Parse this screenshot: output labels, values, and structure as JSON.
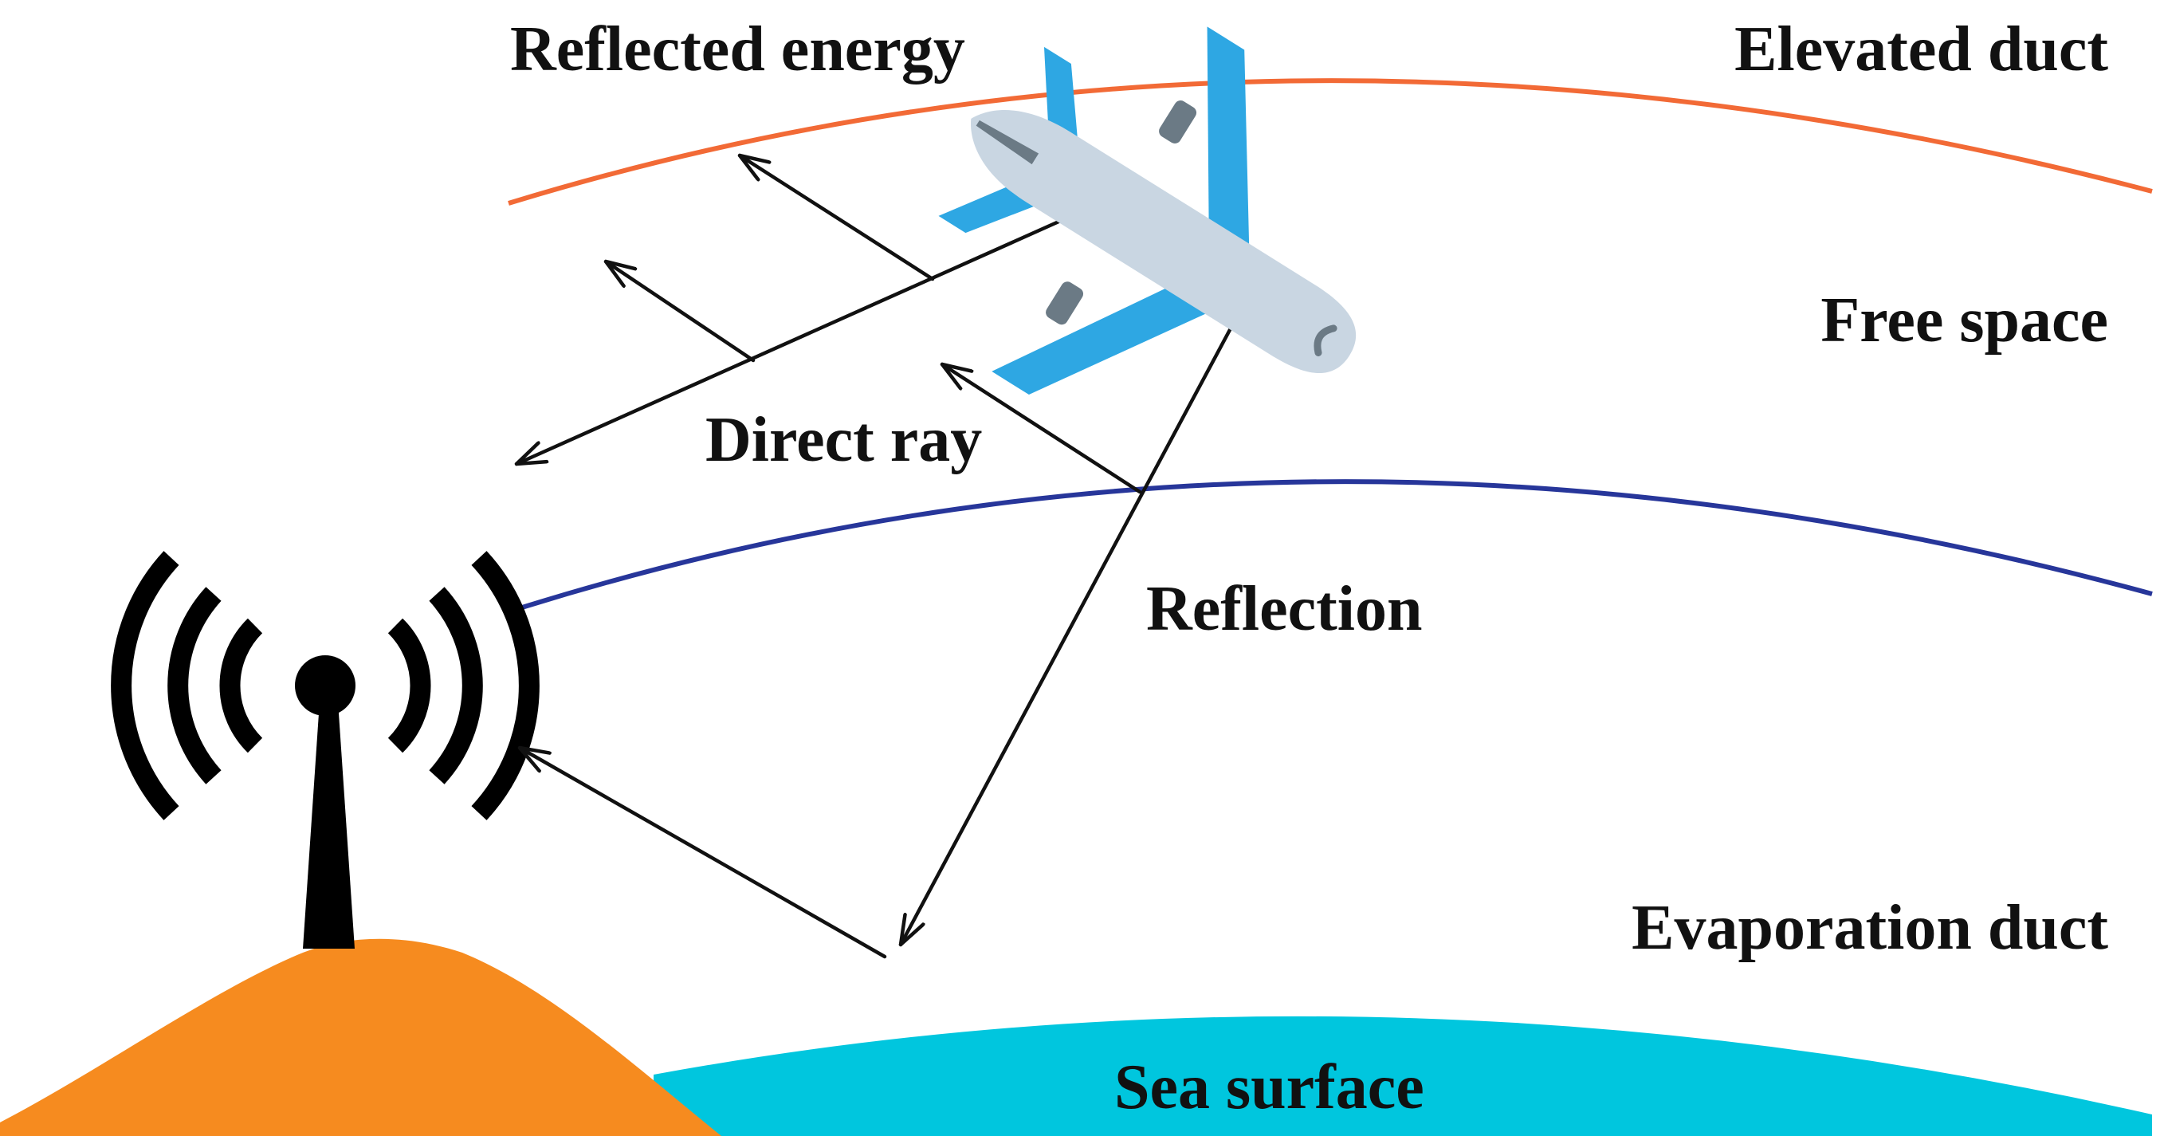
{
  "labels": {
    "reflected_energy": "Reflected energy",
    "elevated_duct": "Elevated duct",
    "free_space": "Free space",
    "direct_ray": "Direct ray",
    "reflection": "Reflection",
    "evaporation_duct": "Evaporation duct",
    "sea_surface": "Sea surface"
  },
  "colors": {
    "elevated_duct_line": "#f26a36",
    "evaporation_duct_line": "#27369a",
    "sea_surface": "#00c6de",
    "hill": "#f68b1f",
    "antenna": "#000000",
    "plane_body": "#c9d6e2",
    "plane_wing": "#2ea7e3",
    "plane_engine": "#6b7a85"
  },
  "icons": {
    "antenna": "wifi-antenna-icon",
    "aircraft": "airplane-icon"
  }
}
